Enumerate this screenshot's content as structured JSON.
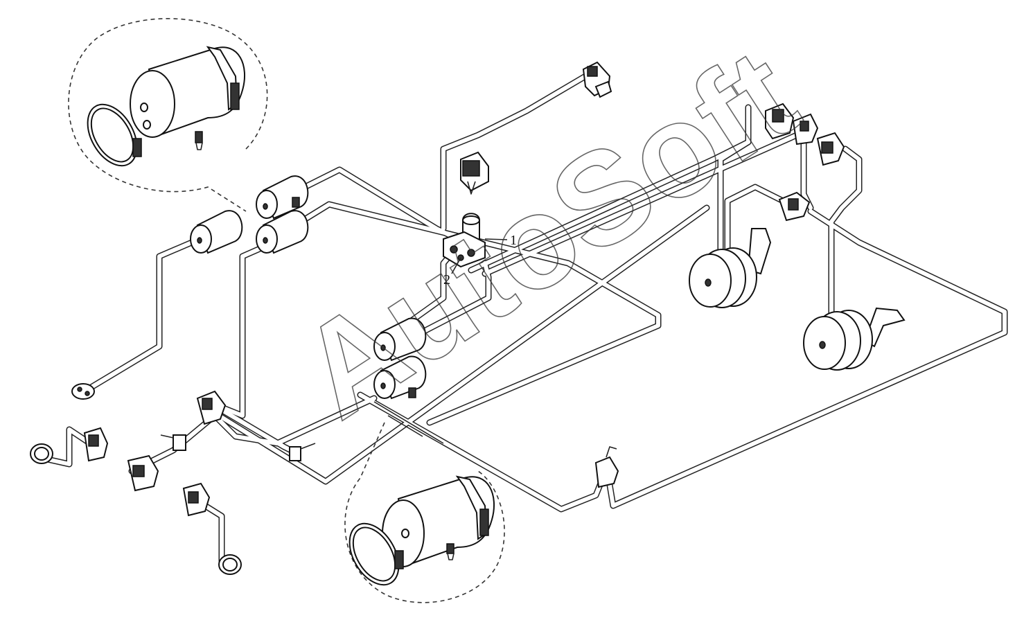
{
  "callouts": [
    {
      "number": "1"
    },
    {
      "number": "2"
    }
  ],
  "watermark": "AutoSoft"
}
